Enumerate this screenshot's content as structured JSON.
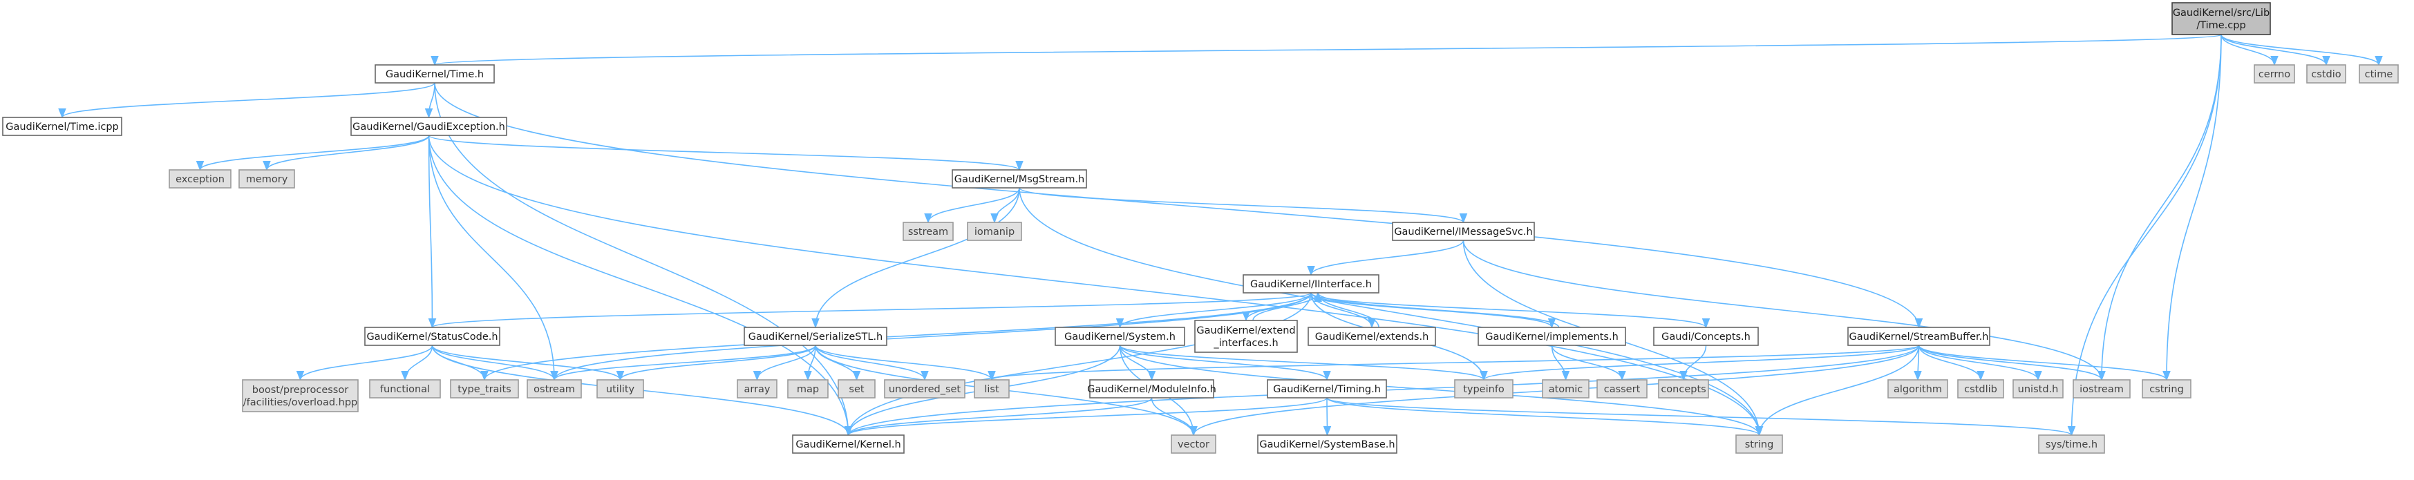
{
  "title": "GaudiKernel/src/Lib/Time.cpp",
  "colors": {
    "edge": "#63b8ff",
    "root_fill": "#bfbfbf",
    "system_fill": "#e0e0e0",
    "project_fill": "#ffffff",
    "border": "#666666"
  },
  "nodes": [
    {
      "id": "n0",
      "label": [
        "GaudiKernel/src/Lib",
        "/Time.cpp"
      ],
      "kind": "main"
    },
    {
      "id": "n1",
      "label": [
        "GaudiKernel/Time.h"
      ],
      "kind": "hdr"
    },
    {
      "id": "n2",
      "label": [
        "cerrno"
      ],
      "kind": "sys"
    },
    {
      "id": "n3",
      "label": [
        "cstdio"
      ],
      "kind": "sys"
    },
    {
      "id": "n4",
      "label": [
        "ctime"
      ],
      "kind": "sys"
    },
    {
      "id": "n5",
      "label": [
        "GaudiKernel/Time.icpp"
      ],
      "kind": "hdr"
    },
    {
      "id": "n6",
      "label": [
        "GaudiKernel/GaudiException.h"
      ],
      "kind": "hdr"
    },
    {
      "id": "n7",
      "label": [
        "exception"
      ],
      "kind": "sys"
    },
    {
      "id": "n8",
      "label": [
        "memory"
      ],
      "kind": "sys"
    },
    {
      "id": "n9",
      "label": [
        "GaudiKernel/MsgStream.h"
      ],
      "kind": "hdr"
    },
    {
      "id": "n10",
      "label": [
        "sstream"
      ],
      "kind": "sys"
    },
    {
      "id": "n11",
      "label": [
        "iomanip"
      ],
      "kind": "sys"
    },
    {
      "id": "n12",
      "label": [
        "GaudiKernel/IMessageSvc.h"
      ],
      "kind": "hdr"
    },
    {
      "id": "n13",
      "label": [
        "GaudiKernel/IInterface.h"
      ],
      "kind": "hdr"
    },
    {
      "id": "n14",
      "label": [
        "GaudiKernel/StatusCode.h"
      ],
      "kind": "hdr"
    },
    {
      "id": "n15",
      "label": [
        "boost/preprocessor",
        "/facilities/overload.hpp"
      ],
      "kind": "sys"
    },
    {
      "id": "n16",
      "label": [
        "functional"
      ],
      "kind": "sys"
    },
    {
      "id": "n17",
      "label": [
        "type_traits"
      ],
      "kind": "sys"
    },
    {
      "id": "n18",
      "label": [
        "ostream"
      ],
      "kind": "sys"
    },
    {
      "id": "n19",
      "label": [
        "utility"
      ],
      "kind": "sys"
    },
    {
      "id": "n20",
      "label": [
        "GaudiKernel/SerializeSTL.h"
      ],
      "kind": "hdr"
    },
    {
      "id": "n21",
      "label": [
        "array"
      ],
      "kind": "sys"
    },
    {
      "id": "n22",
      "label": [
        "map"
      ],
      "kind": "sys"
    },
    {
      "id": "n23",
      "label": [
        "set"
      ],
      "kind": "sys"
    },
    {
      "id": "n24",
      "label": [
        "unordered_set"
      ],
      "kind": "sys"
    },
    {
      "id": "n25",
      "label": [
        "list"
      ],
      "kind": "sys"
    },
    {
      "id": "n26",
      "label": [
        "GaudiKernel/System.h"
      ],
      "kind": "hdr"
    },
    {
      "id": "n27",
      "label": [
        "GaudiKernel/extend",
        "_interfaces.h"
      ],
      "kind": "hdr"
    },
    {
      "id": "n28",
      "label": [
        "GaudiKernel/extends.h"
      ],
      "kind": "hdr"
    },
    {
      "id": "n29",
      "label": [
        "GaudiKernel/implements.h"
      ],
      "kind": "hdr"
    },
    {
      "id": "n30",
      "label": [
        "Gaudi/Concepts.h"
      ],
      "kind": "hdr"
    },
    {
      "id": "n31",
      "label": [
        "GaudiKernel/StreamBuffer.h"
      ],
      "kind": "hdr"
    },
    {
      "id": "n32",
      "label": [
        "GaudiKernel/ModuleInfo.h"
      ],
      "kind": "hdr"
    },
    {
      "id": "n33",
      "label": [
        "GaudiKernel/Timing.h"
      ],
      "kind": "hdr"
    },
    {
      "id": "n34",
      "label": [
        "typeinfo"
      ],
      "kind": "sys"
    },
    {
      "id": "n35",
      "label": [
        "atomic"
      ],
      "kind": "sys"
    },
    {
      "id": "n36",
      "label": [
        "cassert"
      ],
      "kind": "sys"
    },
    {
      "id": "n37",
      "label": [
        "concepts"
      ],
      "kind": "sys"
    },
    {
      "id": "n38",
      "label": [
        "algorithm"
      ],
      "kind": "sys"
    },
    {
      "id": "n39",
      "label": [
        "cstdlib"
      ],
      "kind": "sys"
    },
    {
      "id": "n40",
      "label": [
        "unistd.h"
      ],
      "kind": "sys"
    },
    {
      "id": "n41",
      "label": [
        "iostream"
      ],
      "kind": "sys"
    },
    {
      "id": "n42",
      "label": [
        "cstring"
      ],
      "kind": "sys"
    },
    {
      "id": "n43",
      "label": [
        "GaudiKernel/Kernel.h"
      ],
      "kind": "hdr"
    },
    {
      "id": "n44",
      "label": [
        "vector"
      ],
      "kind": "sys"
    },
    {
      "id": "n45",
      "label": [
        "string"
      ],
      "kind": "sys"
    },
    {
      "id": "n46",
      "label": [
        "GaudiKernel/SystemBase.h"
      ],
      "kind": "hdr"
    },
    {
      "id": "n47",
      "label": [
        "sys/time.h"
      ],
      "kind": "sys"
    }
  ],
  "edges": [
    [
      "n0",
      "n1"
    ],
    [
      "n0",
      "n2"
    ],
    [
      "n0",
      "n3"
    ],
    [
      "n0",
      "n4"
    ],
    [
      "n0",
      "n41"
    ],
    [
      "n0",
      "n42"
    ],
    [
      "n0",
      "n47"
    ],
    [
      "n1",
      "n5"
    ],
    [
      "n1",
      "n6"
    ],
    [
      "n1",
      "n43"
    ],
    [
      "n1",
      "n31"
    ],
    [
      "n6",
      "n7"
    ],
    [
      "n6",
      "n8"
    ],
    [
      "n6",
      "n9"
    ],
    [
      "n6",
      "n14"
    ],
    [
      "n6",
      "n18"
    ],
    [
      "n6",
      "n43"
    ],
    [
      "n6",
      "n45"
    ],
    [
      "n9",
      "n10"
    ],
    [
      "n9",
      "n11"
    ],
    [
      "n9",
      "n12"
    ],
    [
      "n9",
      "n20"
    ],
    [
      "n9",
      "n45"
    ],
    [
      "n12",
      "n13"
    ],
    [
      "n12",
      "n45"
    ],
    [
      "n12",
      "n41"
    ],
    [
      "n13",
      "n14"
    ],
    [
      "n13",
      "n17"
    ],
    [
      "n13",
      "n18"
    ],
    [
      "n13",
      "n43"
    ],
    [
      "n13",
      "n26"
    ],
    [
      "n13",
      "n27"
    ],
    [
      "n13",
      "n28"
    ],
    [
      "n13",
      "n29"
    ],
    [
      "n13",
      "n30"
    ],
    [
      "n13",
      "n34"
    ],
    [
      "n27",
      "n13"
    ],
    [
      "n28",
      "n13"
    ],
    [
      "n29",
      "n13"
    ],
    [
      "n14",
      "n15"
    ],
    [
      "n14",
      "n16"
    ],
    [
      "n14",
      "n17"
    ],
    [
      "n14",
      "n18"
    ],
    [
      "n14",
      "n19"
    ],
    [
      "n14",
      "n43"
    ],
    [
      "n20",
      "n21"
    ],
    [
      "n20",
      "n22"
    ],
    [
      "n20",
      "n23"
    ],
    [
      "n20",
      "n24"
    ],
    [
      "n20",
      "n25"
    ],
    [
      "n20",
      "n18"
    ],
    [
      "n20",
      "n19"
    ],
    [
      "n20",
      "n44"
    ],
    [
      "n26",
      "n32"
    ],
    [
      "n26",
      "n33"
    ],
    [
      "n26",
      "n34"
    ],
    [
      "n26",
      "n43"
    ],
    [
      "n26",
      "n44"
    ],
    [
      "n26",
      "n45"
    ],
    [
      "n29",
      "n35"
    ],
    [
      "n29",
      "n36"
    ],
    [
      "n30",
      "n37"
    ],
    [
      "n32",
      "n43"
    ],
    [
      "n32",
      "n44"
    ],
    [
      "n33",
      "n43"
    ],
    [
      "n33",
      "n46"
    ],
    [
      "n33",
      "n45"
    ],
    [
      "n33",
      "n47"
    ],
    [
      "n31",
      "n25"
    ],
    [
      "n31",
      "n34"
    ],
    [
      "n31",
      "n38"
    ],
    [
      "n31",
      "n39"
    ],
    [
      "n31",
      "n40"
    ],
    [
      "n31",
      "n41"
    ],
    [
      "n31",
      "n42"
    ],
    [
      "n31",
      "n43"
    ],
    [
      "n31",
      "n44"
    ],
    [
      "n31",
      "n45"
    ]
  ]
}
